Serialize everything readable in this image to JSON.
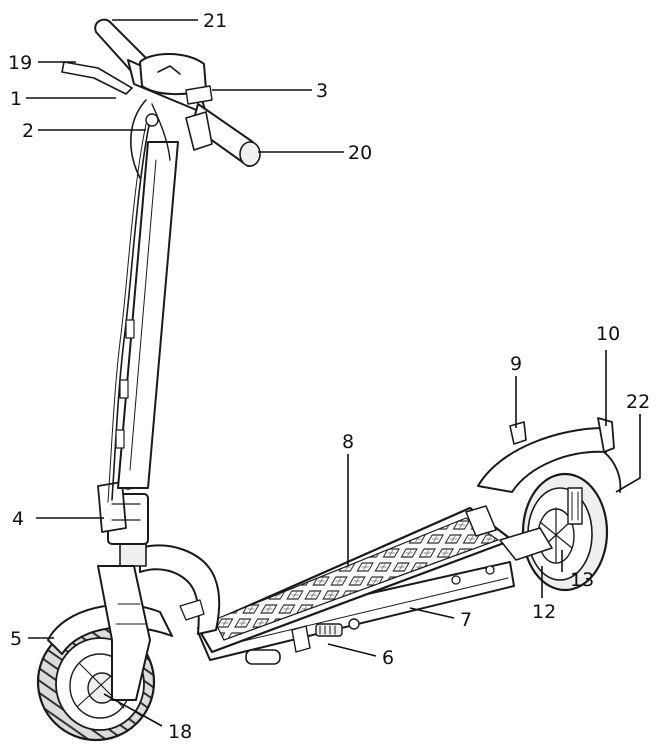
{
  "callouts": [
    {
      "id": "c21",
      "label": "21"
    },
    {
      "id": "c19",
      "label": "19"
    },
    {
      "id": "c1",
      "label": "1"
    },
    {
      "id": "c3",
      "label": "3"
    },
    {
      "id": "c2",
      "label": "2"
    },
    {
      "id": "c20",
      "label": "20"
    },
    {
      "id": "c10",
      "label": "10"
    },
    {
      "id": "c9",
      "label": "9"
    },
    {
      "id": "c22",
      "label": "22"
    },
    {
      "id": "c8",
      "label": "8"
    },
    {
      "id": "c4",
      "label": "4"
    },
    {
      "id": "c13",
      "label": "13"
    },
    {
      "id": "c5",
      "label": "5"
    },
    {
      "id": "c7",
      "label": "7"
    },
    {
      "id": "c12",
      "label": "12"
    },
    {
      "id": "c6",
      "label": "6"
    },
    {
      "id": "c18",
      "label": "18"
    }
  ],
  "colors": {
    "line": "#1a1a1a",
    "background": "#ffffff"
  }
}
